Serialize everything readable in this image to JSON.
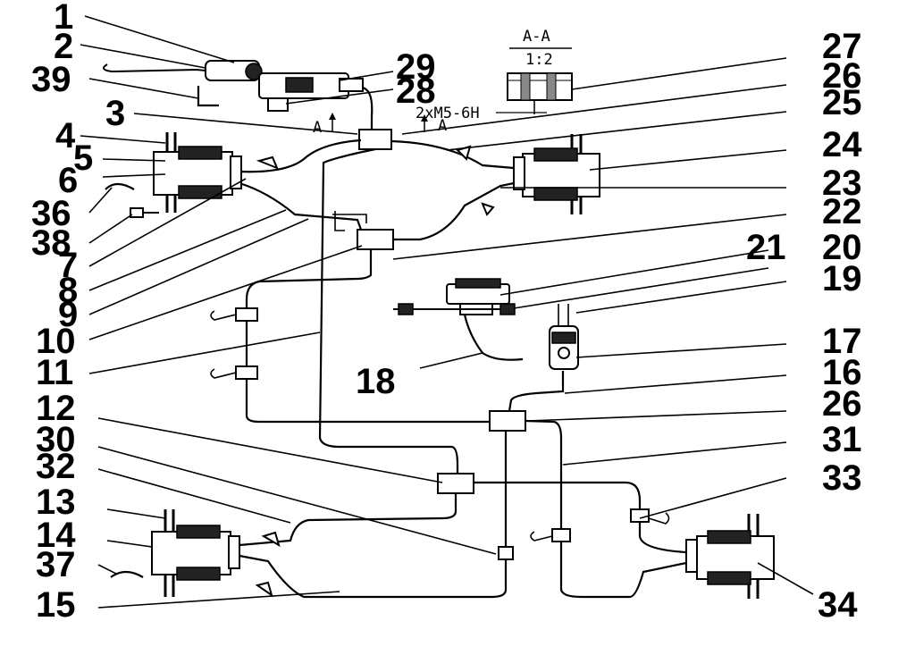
{
  "section": {
    "title": "A-A",
    "scale": "1:2",
    "thread": "2xM5-6H",
    "arrow_left": "A",
    "arrow_right": "A"
  },
  "labels": {
    "l1": "1",
    "l2": "2",
    "l39": "39",
    "l3": "3",
    "l4": "4",
    "l5": "5",
    "l6": "6",
    "l36": "36",
    "l38": "38",
    "l7": "7",
    "l8": "8",
    "l9": "9",
    "l10": "10",
    "l11": "11",
    "l12": "12",
    "l30": "30",
    "l32": "32",
    "l13": "13",
    "l14": "14",
    "l37": "37",
    "l15": "15",
    "l29": "29",
    "l28": "28",
    "l27": "27",
    "l26": "26",
    "l25": "25",
    "l24": "24",
    "l23": "23",
    "l22": "22",
    "l21": "21",
    "l20": "20",
    "l19": "19",
    "l18": "18",
    "l17": "17",
    "l16": "16",
    "l26b": "26",
    "l31": "31",
    "l33": "33",
    "l34": "34"
  }
}
